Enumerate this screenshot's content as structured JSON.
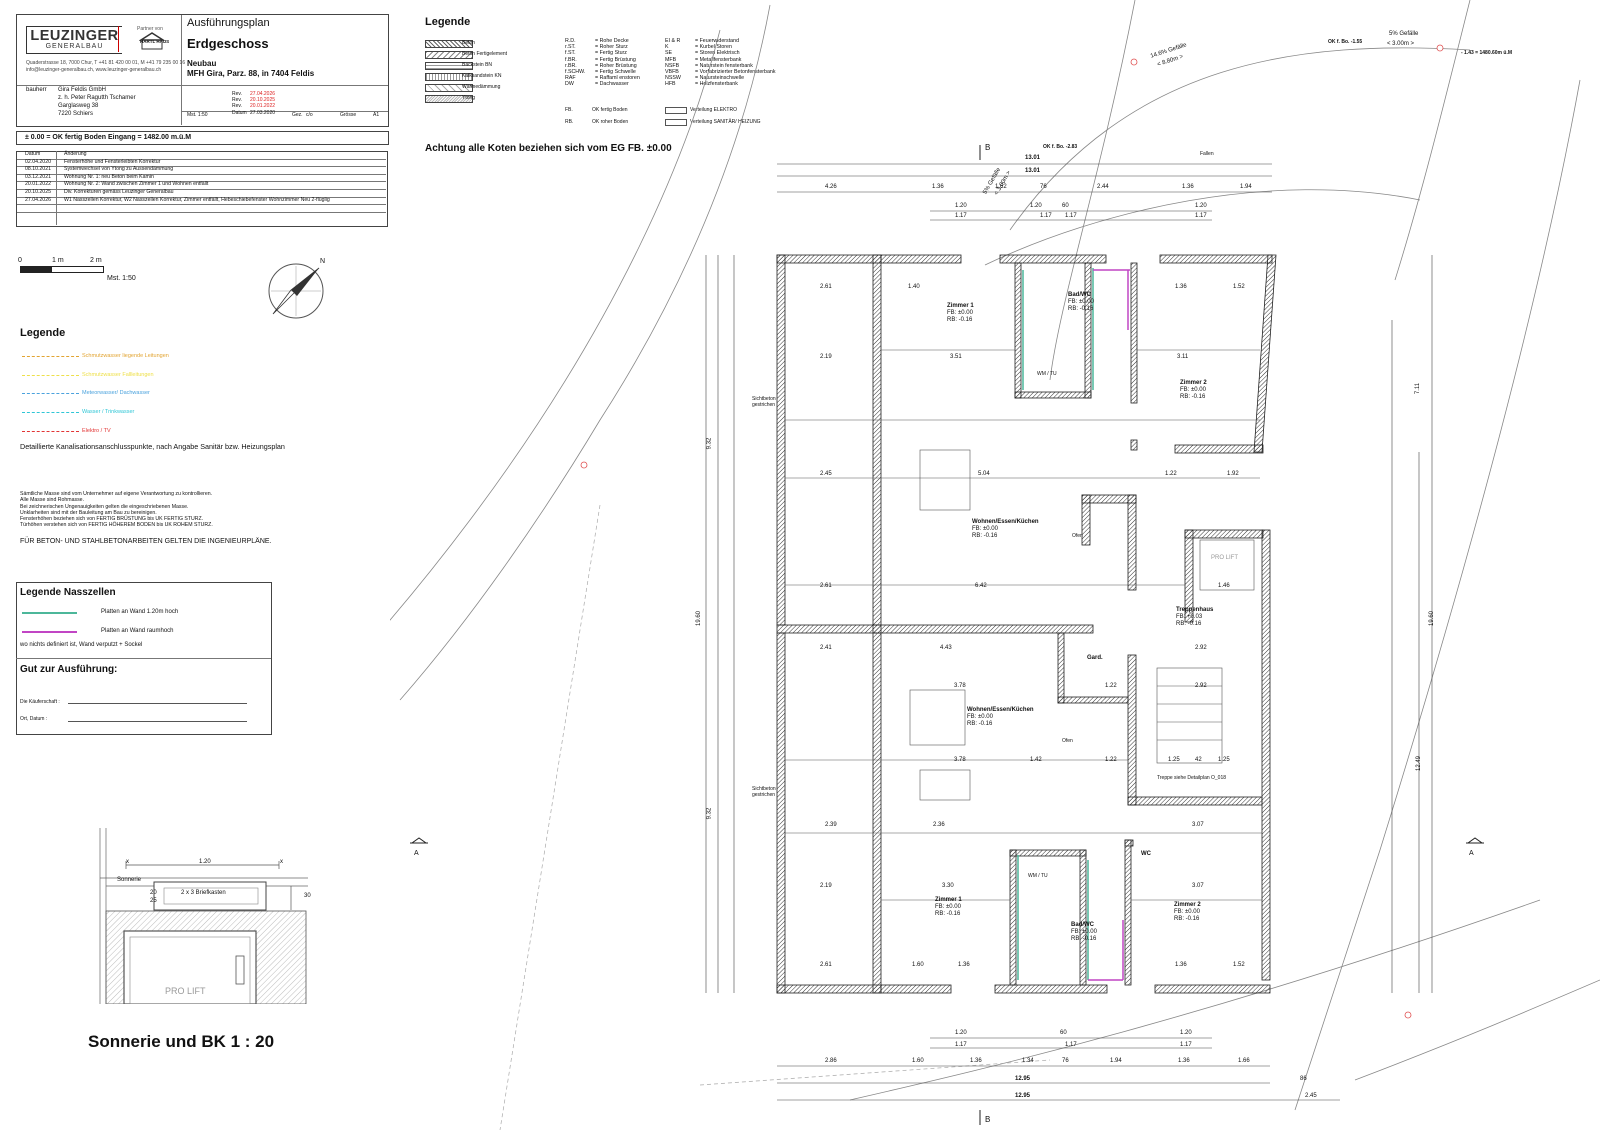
{
  "titleblock": {
    "logo_name": "LEUZINGER",
    "logo_sub": "GENERALBAU",
    "partner_label": "Partner von",
    "partner_logo_text": "HARTL HAUS",
    "address_line1": "Quaderstrasse 18, 7000 Chur, T +41 81 420 00 01, M +41 79 235 00 16",
    "address_line2": "info@leuzinger-generalbau.ch, www.leuzinger-generalbau.ch",
    "plan_type": "Ausführungsplan",
    "plan_title": "Erdgeschoss",
    "project_line1": "Neubau",
    "project_line2": "MFH Gira, Parz. 88, in 7404 Feldis",
    "client_label": "bauherr",
    "client_lines": [
      "Gira Feldis GmbH",
      "z. h. Peter Ragutth Tschamer",
      "Garglasweg 38",
      "7220 Schiers"
    ],
    "rev_label": "Rev.",
    "revs": [
      "27.04.2026",
      "20.10.2025",
      "20.01.2022"
    ],
    "mst_label": "Mst. 1:50",
    "datum_label": "Datum",
    "datum_value": "27.03.2020",
    "gez_label": "Gez.",
    "gez_value": "c/o",
    "grosse_label": "Grösse",
    "grosse_value": "A1",
    "reference_line": "± 0.00   = OK fertig Boden Eingang   =  1482.00 m.ü.M"
  },
  "history": {
    "headers": [
      "Datum",
      "Änderung"
    ],
    "rows": [
      [
        "02.04.2020",
        "Fensterhöhe und Fensterleibten Korrektur"
      ],
      [
        "08.10.2021",
        "Systemwechsel von Ytong zu Aussendämmung"
      ],
      [
        "03.12.2021",
        "Wohnung Nr. 1: neu Beton beim Kamin"
      ],
      [
        "20.01.2022",
        "Wohnung Nr. 2: Wand zwischen Zimmer 1 und Wohnen entfällt"
      ],
      [
        "20.10.2025",
        "Div. Korrekturen gemäss Leuzinger Generalbau"
      ],
      [
        "27.04.2026",
        "W1 Nasszellen Korrektur, W2 Nasszellen Korrektur, Zimmer entfällt, Hebeschiebefenster Wohnzimmer Neu 2-flüglig"
      ],
      [
        "",
        ""
      ],
      [
        "",
        ""
      ]
    ]
  },
  "scale_bar": {
    "zero": "0",
    "one": "1 m",
    "two": "2 m",
    "mst": "Mst. 1:50"
  },
  "compass": {
    "north": "N"
  },
  "pipe_legend": {
    "title": "Legende",
    "items": [
      {
        "label": "Schmutzwasser liegende Leitungen",
        "color": "#e2a431"
      },
      {
        "label": "Schmutzwasser Fallleitungen",
        "color": "#eee04a"
      },
      {
        "label": "Meteorwasser/ Dachwasser",
        "color": "#4aa2dd"
      },
      {
        "label": "Wasser / Trinkwasser",
        "color": "#2fc6d6"
      },
      {
        "label": "Elektro / TV",
        "color": "#e23434"
      }
    ],
    "note": "Detaillierte Kanalisationsanschlusspunkte, nach Angabe Sanitär bzw. Heizungsplan"
  },
  "notes": {
    "lines": [
      "Sämtliche Masse sind vom Unternehmer auf eigene Verantwortung zu kontrollieren.",
      "Alle Masse sind Rohmasse.",
      "Bei zeichnerischen Ungenauigkeiten gelten die eingeschriebenen Masse.",
      "Unklarheiten sind mit der Bauleitung am Bau zu bereinigen.",
      "Fensterhöhen beziehen sich von FERTIG BRÜSTUNG bis UK FERTIG STURZ.",
      "Türhöhen verstehen sich von FERTIG HÖHEREM BODEN bis UK ROHEM STURZ."
    ],
    "beton": "FÜR BETON- UND STAHLBETONARBEITEN GELTEN DIE INGENIEURPLÄNE."
  },
  "nasszellen": {
    "title": "Legende Nasszellen",
    "green": "Platten an Wand 1.20m hoch",
    "magenta": "Platten an Wand raumhoch",
    "note": "wo nichts definiert ist, Wand verputzt + Sockel",
    "approval_title": "Gut zur Ausführung:",
    "buyer_label": "Die Käuferschaft :",
    "place_label": "Ort, Datum :"
  },
  "detail": {
    "title": "Sonnerie und BK 1 : 20",
    "sonnerie": "Sonnerie",
    "briefkasten": "2 x 3 Briefkasten",
    "lift": "PRO LIFT",
    "dim_x": "x",
    "dim_120": "1.20",
    "dim_30": "30",
    "dim_20": "20",
    "dim_25": "25"
  },
  "material_legend": {
    "title": "Legende",
    "items": [
      "Beton",
      "Beton Fertigelement",
      "Backstein BN",
      "Kalksandstein KN",
      "Wärmedämmung",
      "Ytong"
    ]
  },
  "abbreviations": {
    "col1": [
      [
        "R.D.",
        "= Rohe Decke"
      ],
      [
        "r.ST.",
        "= Roher Sturz"
      ],
      [
        "f.ST.",
        "= Fertig Sturz"
      ],
      [
        "f.BR.",
        "= Fertig Brüstung"
      ],
      [
        "r.BR.",
        "= Roher Brüstung"
      ],
      [
        "f.SCHW.",
        "= Fertig Schwelle"
      ],
      [
        "RAF",
        "= Raffaml enstoren"
      ],
      [
        "DW",
        "= Dachwasser"
      ]
    ],
    "col2": [
      [
        "EI & R",
        "= Feuerwiderstand"
      ],
      [
        "K",
        "= Kurbel Storen"
      ],
      [
        "SE",
        "= Storen Elektrisch"
      ],
      [
        "MFB",
        "= Metallfensterbank"
      ],
      [
        "NSFB",
        "= Naturstein fensterbank"
      ],
      [
        "VBFB",
        "= Vorfabrizierter Betonfensterbank"
      ],
      [
        "NSSW",
        "= Natursteinschwelle"
      ],
      [
        "HFB",
        "= Holzfensterbank"
      ]
    ],
    "fb": [
      "FB.",
      "OK fertig Boden"
    ],
    "rb": [
      "RB.",
      "OK roher Boden"
    ],
    "elektro": "Verteilung ELEKTRO",
    "sanitaer": "Verteilung SANITÄR/ HEIZUNG"
  },
  "heights_note": "Achtung alle Koten beziehen sich vom EG FB. ±0.00",
  "plan": {
    "section_a": "A",
    "section_b": "B",
    "rooms": [
      {
        "name": "Zimmer 1",
        "fb": "FB: ±0.00",
        "rb": "RB: -0.16"
      },
      {
        "name": "Bad/WC",
        "fb": "FB: ±0.00",
        "rb": "RB: -0.16"
      },
      {
        "name": "Zimmer 2",
        "fb": "FB: ±0.00",
        "rb": "RB: -0.16"
      },
      {
        "name": "Wohnen/Essen/Küchen",
        "fb": "FB: ±0.00",
        "rb": "RB: -0.16"
      },
      {
        "name": "Treppenhaus",
        "fb": "FB: +0.03",
        "rb": "RB: -0.16"
      },
      {
        "name": "Gard.",
        "fb": "",
        "rb": ""
      },
      {
        "name": "Wohnen/Essen/Küchen",
        "fb": "FB: ±0.00",
        "rb": "RB: -0.16"
      },
      {
        "name": "WC",
        "fb": "",
        "rb": ""
      },
      {
        "name": "Zimmer 1",
        "fb": "FB: ±0.00",
        "rb": "RB: -0.16"
      },
      {
        "name": "Bad/WC",
        "fb": "FB: ±0.00",
        "rb": "RB: -0.16"
      },
      {
        "name": "Zimmer 2",
        "fb": "FB: ±0.00",
        "rb": "RB: -0.16"
      }
    ],
    "labels": {
      "wm_tu": "WM / TU",
      "ofen": "Ofen",
      "pro_lift": "PRO LIFT",
      "sichtbeton": "Sichtbeton gestrichen",
      "treppe": "Treppe siehe Detailplan O_018",
      "gefaelle1": "14.6% Gefälle",
      "gefaelle1_len": "< 8.80m >",
      "gefaelle2": "5% Gefälle",
      "gefaelle2_len": "< 3.00m >",
      "gefaelle3": "5% Gefälle",
      "gefaelle3_len": "< 3.00m >",
      "okfbo1": "OK f. Bo. -1.55",
      "okfbo2": "OK f. Bo. -2.83",
      "kote1": "- 1.43 = 1480.60m ü.M",
      "fallrohr": "Fallen"
    },
    "dims": {
      "top_total": "13.01",
      "top_total2": "13.01",
      "top_parts": [
        "4.26",
        "1.36",
        "1.62",
        "76",
        "2.44",
        "1.36",
        "1.94"
      ],
      "top_120": [
        "1.20",
        "1.20",
        "60",
        "1.20"
      ],
      "top_117": [
        "1.17",
        "1.17",
        "1.17",
        "1.17"
      ],
      "bottom_total": "12.95",
      "bottom_total2": "12.95",
      "bottom_parts": [
        "2.86",
        "1.60",
        "1.36",
        "1.34",
        "76",
        "1.94",
        "1.36",
        "1.66"
      ],
      "bottom_86": "86",
      "bottom_245": "2.45",
      "left_total": "19.60",
      "left_932a": "9.32",
      "left_932b": "9.32",
      "right_total": "19.60",
      "right_1249": "12.49",
      "right_711": "7.11",
      "row_a": [
        "2.61",
        "1.40",
        "1.36",
        "1.52"
      ],
      "row_b": [
        "2.19",
        "3.51",
        "3.11"
      ],
      "row_c": [
        "2.45",
        "5.04",
        "1.22",
        "1.92"
      ],
      "row_d": [
        "2.61",
        "6.42",
        "1.46"
      ],
      "row_e": [
        "2.41",
        "4.43",
        "2.92"
      ],
      "row_f": [
        "3.78",
        "1.22",
        "2.92"
      ],
      "row_g": [
        "3.78",
        "1.42",
        "1.22",
        "1.25",
        "42",
        "1.25"
      ],
      "row_h": [
        "2.39",
        "2.36",
        "3.07"
      ],
      "row_i": [
        "2.19",
        "3.30",
        "3.07"
      ],
      "row_j": [
        "2.61",
        "1.60",
        "1.36",
        "1.36",
        "1.52"
      ]
    }
  }
}
